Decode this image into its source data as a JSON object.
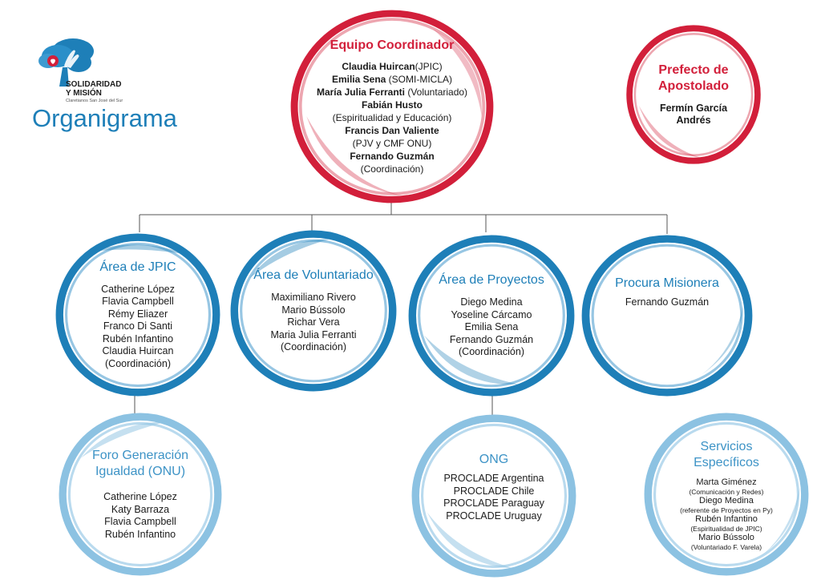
{
  "logo": {
    "brand_line1": "SOLIDARIDAD",
    "brand_line2": "Y MISIÓN",
    "brand_sub": "Claretianos San José del Sur",
    "title": "Organigrama"
  },
  "colors": {
    "red": "#d21f3a",
    "blue": "#1e7fb8",
    "light_blue": "#8cc2e2"
  },
  "nodes": {
    "coordinador": {
      "title": "Equipo Coordinador",
      "members": [
        {
          "name": "Claudia Huircan",
          "role": "(JPIC)"
        },
        {
          "name": "Emilia Sena",
          "role": " (SOMI-MICLA)"
        },
        {
          "name": "María Julia Ferranti",
          "role": " (Voluntariado)"
        },
        {
          "name": "Fabián Husto",
          "role": ""
        },
        {
          "name": "",
          "role": "(Espiritualidad y Educación)"
        },
        {
          "name": "Francis Dan Valiente",
          "role": ""
        },
        {
          "name": "",
          "role": "(PJV y CMF ONU)"
        },
        {
          "name": "Fernando Guzmán",
          "role": ""
        },
        {
          "name": "",
          "role": "(Coordinación)"
        }
      ]
    },
    "prefecto": {
      "title_line1": "Prefecto de",
      "title_line2": "Apostolado",
      "members": [
        "Fermín García",
        "Andrés"
      ]
    },
    "jpic": {
      "title": "Área de JPIC",
      "members": [
        "Catherine López",
        "Flavia Campbell",
        "Rémy Eliazer",
        "Franco Di Santi",
        "Rubén Infantino",
        "Claudia Huircan",
        "(Coordinación)"
      ]
    },
    "voluntariado": {
      "title": "Área de Voluntariado",
      "members": [
        "Maximiliano Rivero",
        "Mario Bússolo",
        "Richar Vera",
        "Maria Julia Ferranti",
        "(Coordinación)"
      ]
    },
    "proyectos": {
      "title": "Área de Proyectos",
      "members": [
        "Diego Medina",
        "Yoseline Cárcamo",
        "Emilia Sena",
        "Fernando Guzmán",
        "(Coordinación)"
      ]
    },
    "procura": {
      "title": "Procura Misionera",
      "members": [
        "Fernando Guzmán"
      ]
    },
    "foro": {
      "title_line1": "Foro Generación",
      "title_line2": "Igualdad (ONU)",
      "members": [
        "Catherine López",
        "Katy Barraza",
        "Flavia Campbell",
        "Rubén Infantino"
      ]
    },
    "ong": {
      "title": "ONG",
      "members": [
        "PROCLADE Argentina",
        "PROCLADE Chile",
        "PROCLADE Paraguay",
        "PROCLADE Uruguay"
      ]
    },
    "servicios": {
      "title_line1": "Servicios",
      "title_line2": "Específicos",
      "members": [
        {
          "name": "Marta Giménez",
          "role": "(Comunicación y Redes)"
        },
        {
          "name": "Diego Medina",
          "role": "(referente de Proyectos en Py)"
        },
        {
          "name": "Rubén Infantino",
          "role": "(Espiritualidad de JPIC)"
        },
        {
          "name": "Mario Bússolo",
          "role": "(Voluntariado F. Varela)"
        }
      ]
    }
  }
}
